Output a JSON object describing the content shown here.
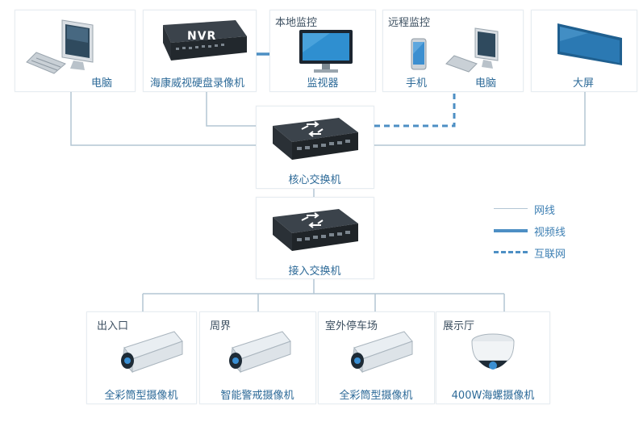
{
  "top_devices": {
    "pc_left": "电脑",
    "nvr": {
      "screen_text": "NVR",
      "label": "海康威视硬盘录像机"
    },
    "local_monitor": {
      "group": "本地监控",
      "label": "监视器"
    },
    "remote_monitor": {
      "group": "远程监控",
      "phone": "手机",
      "pc": "电脑"
    },
    "big_screen": "大屏"
  },
  "switches": {
    "core": "核心交换机",
    "access": "接入交换机"
  },
  "legend": {
    "network_line": "网线",
    "video_line": "视频线",
    "internet": "互联网"
  },
  "cameras": [
    {
      "location": "出入口",
      "label": "全彩筒型摄像机"
    },
    {
      "location": "周界",
      "label": "智能警戒摄像机"
    },
    {
      "location": "室外停车场",
      "label": "全彩筒型摄像机"
    },
    {
      "location": "展示厅",
      "label": "400W海螺摄像机"
    }
  ],
  "colors": {
    "wire": "#a9bfcf",
    "video": "#4d8fc4",
    "internet": "#4d8fc4",
    "text": "#2d6a98"
  }
}
